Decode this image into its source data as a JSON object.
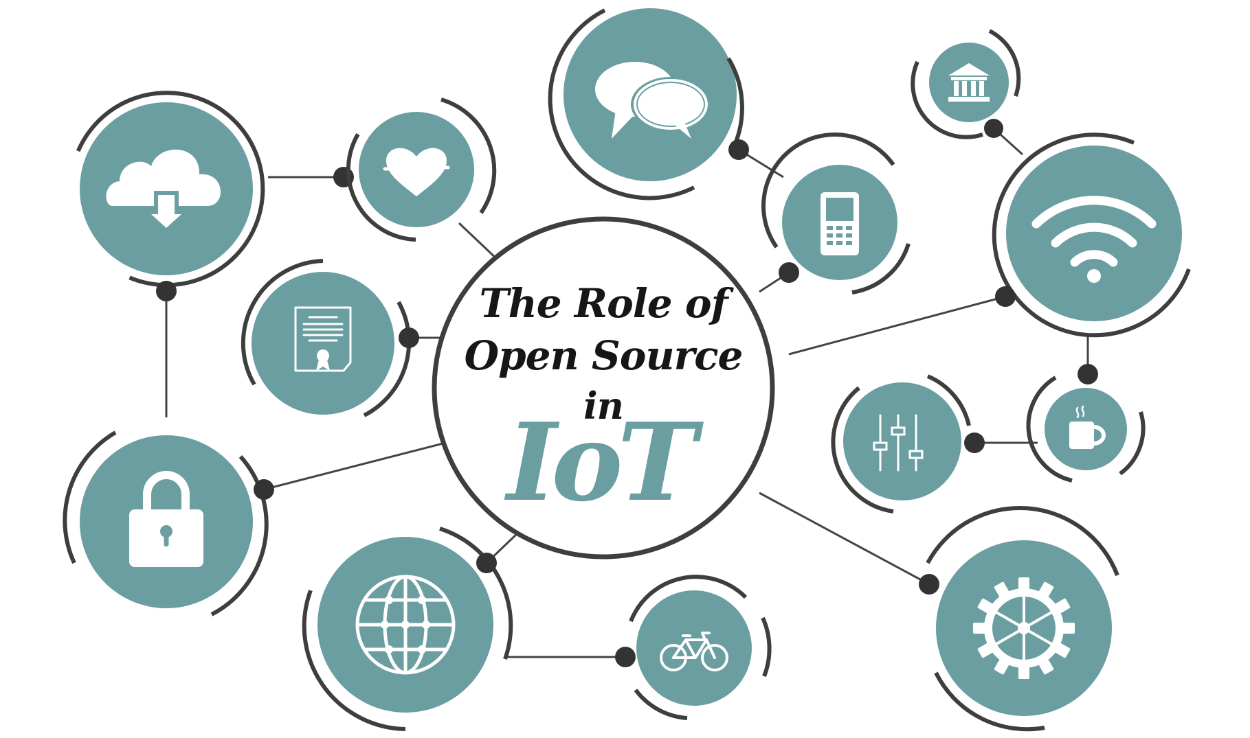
{
  "title": {
    "line1": "The Role of",
    "line2": "Open Source",
    "line3": "in",
    "line4": "IoT"
  },
  "colors": {
    "node_fill": "#6b9ea1",
    "ring": "#3e3e3e",
    "connector": "#444444",
    "title_text": "#161616",
    "iot_text": "#6b9ea1",
    "background": "#ffffff"
  },
  "nodes": [
    {
      "id": "cloud-download",
      "icon": "cloud-download-icon"
    },
    {
      "id": "heart-rate",
      "icon": "heartbeat-icon"
    },
    {
      "id": "chat",
      "icon": "chat-bubbles-icon"
    },
    {
      "id": "mobile-phone",
      "icon": "mobile-phone-icon"
    },
    {
      "id": "bank",
      "icon": "bank-building-icon"
    },
    {
      "id": "wifi",
      "icon": "wifi-icon"
    },
    {
      "id": "certificate",
      "icon": "certificate-icon"
    },
    {
      "id": "lock",
      "icon": "padlock-icon"
    },
    {
      "id": "coffee",
      "icon": "coffee-cup-icon"
    },
    {
      "id": "sliders",
      "icon": "equalizer-sliders-icon"
    },
    {
      "id": "globe",
      "icon": "globe-icon"
    },
    {
      "id": "bicycle",
      "icon": "bicycle-icon"
    },
    {
      "id": "gear",
      "icon": "gear-icon"
    }
  ]
}
